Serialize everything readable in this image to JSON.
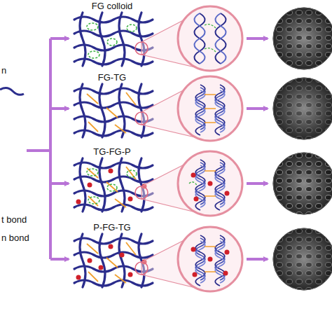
{
  "diagram": {
    "labels": [
      "n",
      "FG colloid",
      "FG-TG",
      "TG-FG-P",
      "P-FG-TG",
      "t bond",
      "n bond"
    ]
  }
}
